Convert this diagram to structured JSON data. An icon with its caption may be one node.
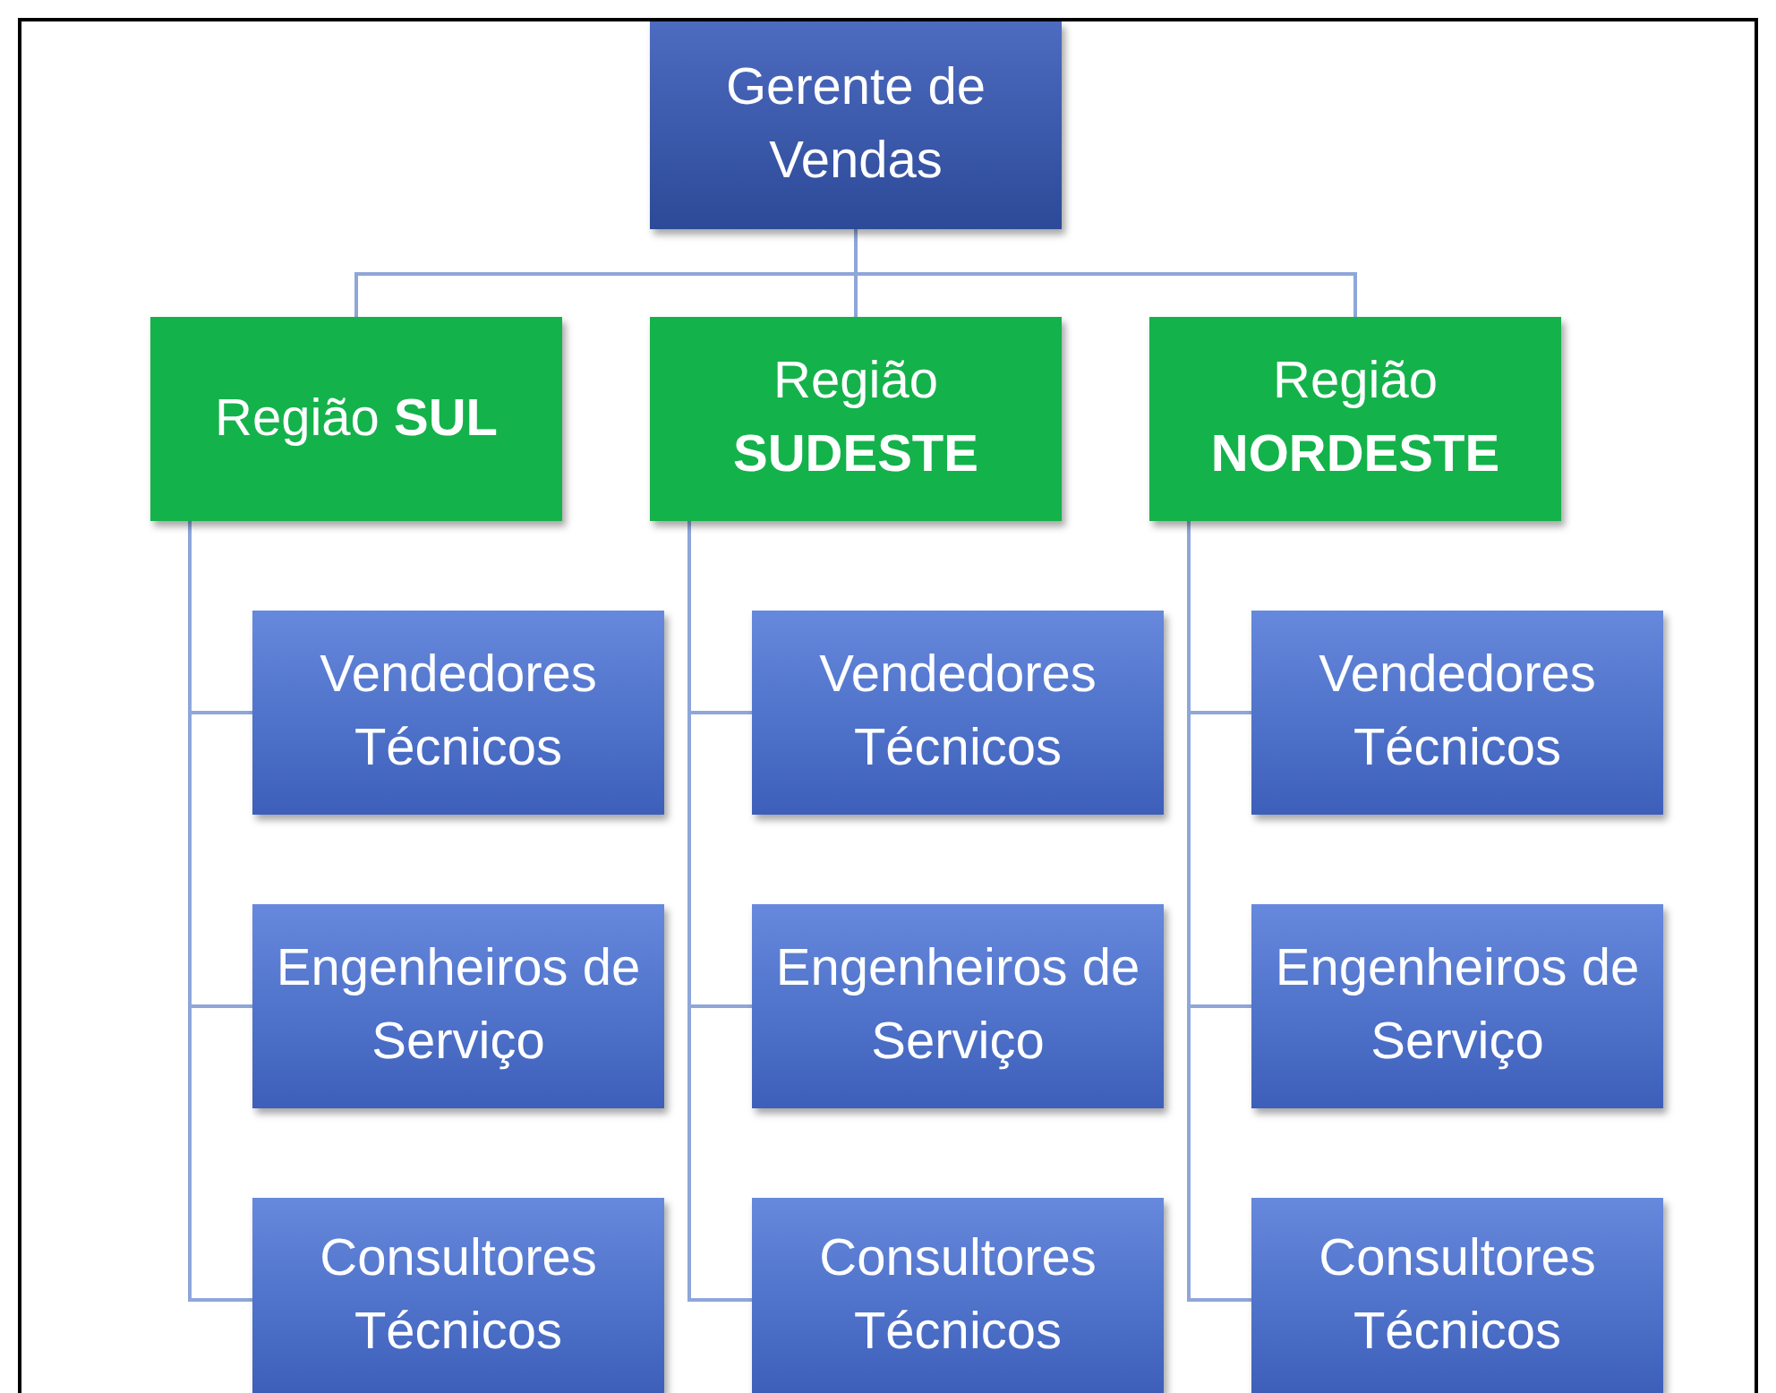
{
  "diagram": {
    "nodes": [
      {
        "text": [
          "Gerente de Vendas"
        ]
      },
      {
        "text": [
          "Região **SUL**"
        ]
      },
      {
        "text": [
          "Região **SUDESTE**"
        ]
      },
      {
        "text": [
          "Região **NORDESTE**"
        ]
      },
      {
        "text": [
          "Vendedores Técnicos"
        ]
      },
      {
        "text": [
          "Vendedores Técnicos"
        ]
      },
      {
        "text": [
          "Vendedores Técnicos"
        ]
      },
      {
        "text": [
          "Engenheiros de Serviço"
        ]
      },
      {
        "text": [
          "Engenheiros de Serviço"
        ]
      },
      {
        "text": [
          "Engenheiros de Serviço"
        ]
      },
      {
        "text": [
          "Consultores Técnicos"
        ]
      },
      {
        "text": [
          "Consultores Técnicos"
        ]
      },
      {
        "text": [
          "Consultores Técnicos"
        ]
      }
    ],
    "edges": [
      {
        "from": 0,
        "to": 1,
        "arrow": "none"
      },
      {
        "from": 0,
        "to": 2,
        "arrow": "none"
      },
      {
        "from": 0,
        "to": 3,
        "arrow": "none"
      },
      {
        "from": 1,
        "to": 4,
        "arrow": "none"
      },
      {
        "from": 1,
        "to": 7,
        "arrow": "none"
      },
      {
        "from": 1,
        "to": 10,
        "arrow": "none"
      },
      {
        "from": 2,
        "to": 5,
        "arrow": "none"
      },
      {
        "from": 2,
        "to": 8,
        "arrow": "none"
      },
      {
        "from": 2,
        "to": 11,
        "arrow": "none"
      },
      {
        "from": 3,
        "to": 6,
        "arrow": "none"
      },
      {
        "from": 3,
        "to": 9,
        "arrow": "none"
      },
      {
        "from": 3,
        "to": 12,
        "arrow": "none"
      }
    ]
  }
}
